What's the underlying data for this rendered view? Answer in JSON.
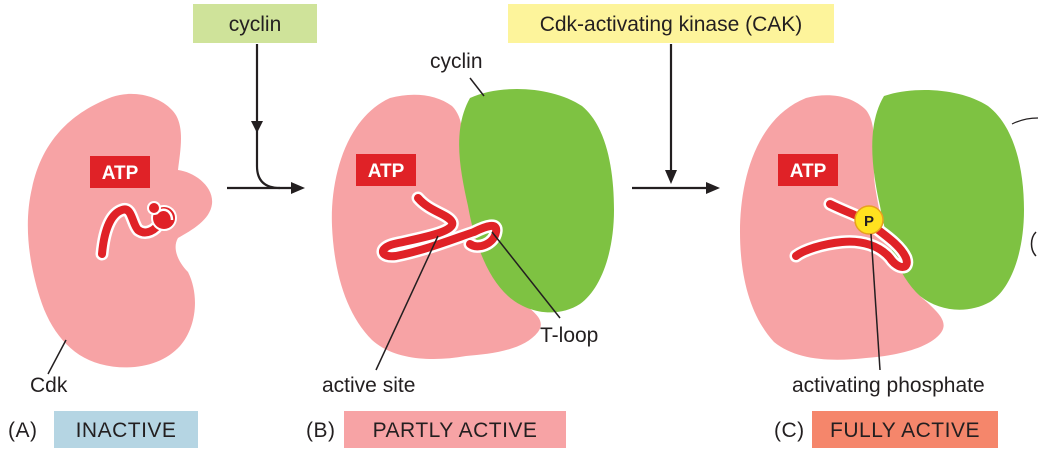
{
  "colors": {
    "cdk": "#f7a3a5",
    "cyclin": "#7ec242",
    "tloop": "#e02227",
    "atp_box": "#e02227",
    "cyclin_box": "#cfe39a",
    "cak_box": "#fdf49b",
    "inactive_box": "#b5d5e3",
    "partly_box": "#f7a3a5",
    "fully_box": "#f5866b",
    "phosphate": "#ffe21f"
  },
  "top": {
    "cyclin_label": "cyclin",
    "cak_label": "Cdk-activating kinase (CAK)"
  },
  "panel_a": {
    "atp": "ATP",
    "cdk_label": "Cdk",
    "letter": "(A)",
    "state": "INACTIVE"
  },
  "panel_b": {
    "atp": "ATP",
    "cyclin_label": "cyclin",
    "active_site_label": "active site",
    "tloop_label": "T-loop",
    "letter": "(B)",
    "state": "PARTLY ACTIVE"
  },
  "panel_c": {
    "atp": "ATP",
    "phosphate_symbol": "P",
    "phosphate_label": "activating phosphate",
    "letter": "(C)",
    "state": "FULLY ACTIVE"
  }
}
